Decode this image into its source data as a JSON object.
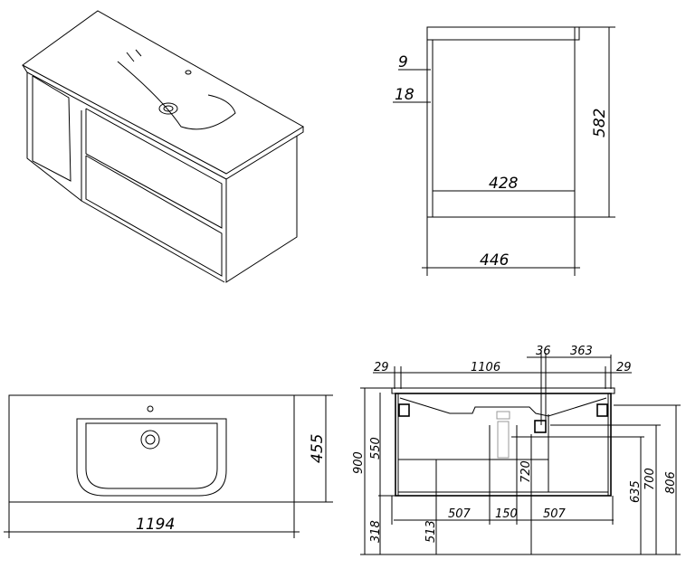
{
  "side_view": {
    "height": "582",
    "inner_depth": "428",
    "depth": "446",
    "top_thickness": "9",
    "gap": "18"
  },
  "top_view": {
    "depth": "455",
    "width": "1194"
  },
  "front_view": {
    "left_edge": "29",
    "inner_width": "1106",
    "right_edge": "29",
    "drain_offset": "36",
    "drain_to_right": "363",
    "total_height": "900",
    "cabinet_height": "550",
    "floor_to_cabinet": "318",
    "shelf_height": "513",
    "drain_height": "720",
    "left_span": "507",
    "center_span": "150",
    "right_span": "507",
    "height_635": "635",
    "height_700": "700",
    "height_806": "806"
  }
}
